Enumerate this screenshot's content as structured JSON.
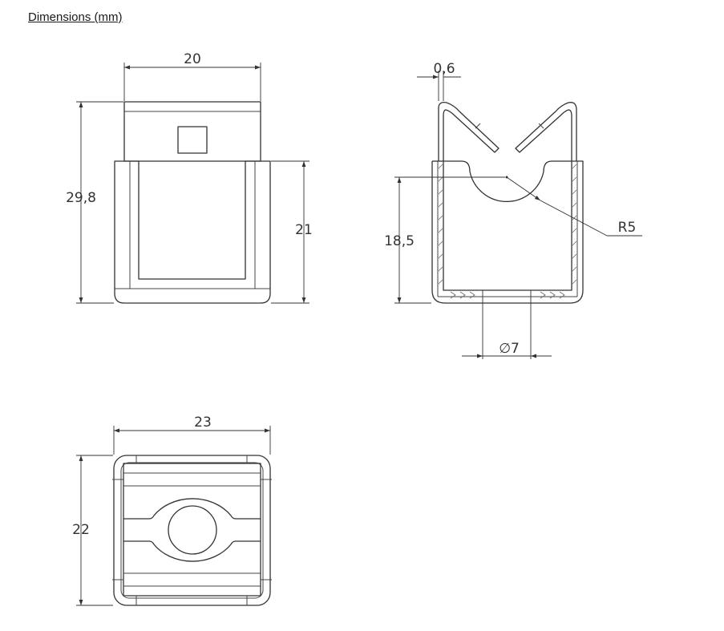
{
  "title": "Dimensions (mm)",
  "front_view": {
    "width_label": "20",
    "height_label": "29,8",
    "inner_height_label": "21"
  },
  "side_view": {
    "thickness_label": "0,6",
    "height_label": "18,5",
    "radius_label": "R5",
    "diameter_label": "∅7"
  },
  "bottom_view": {
    "width_label": "23",
    "height_label": "22"
  },
  "colors": {
    "line": "#333333",
    "background": "#ffffff"
  }
}
